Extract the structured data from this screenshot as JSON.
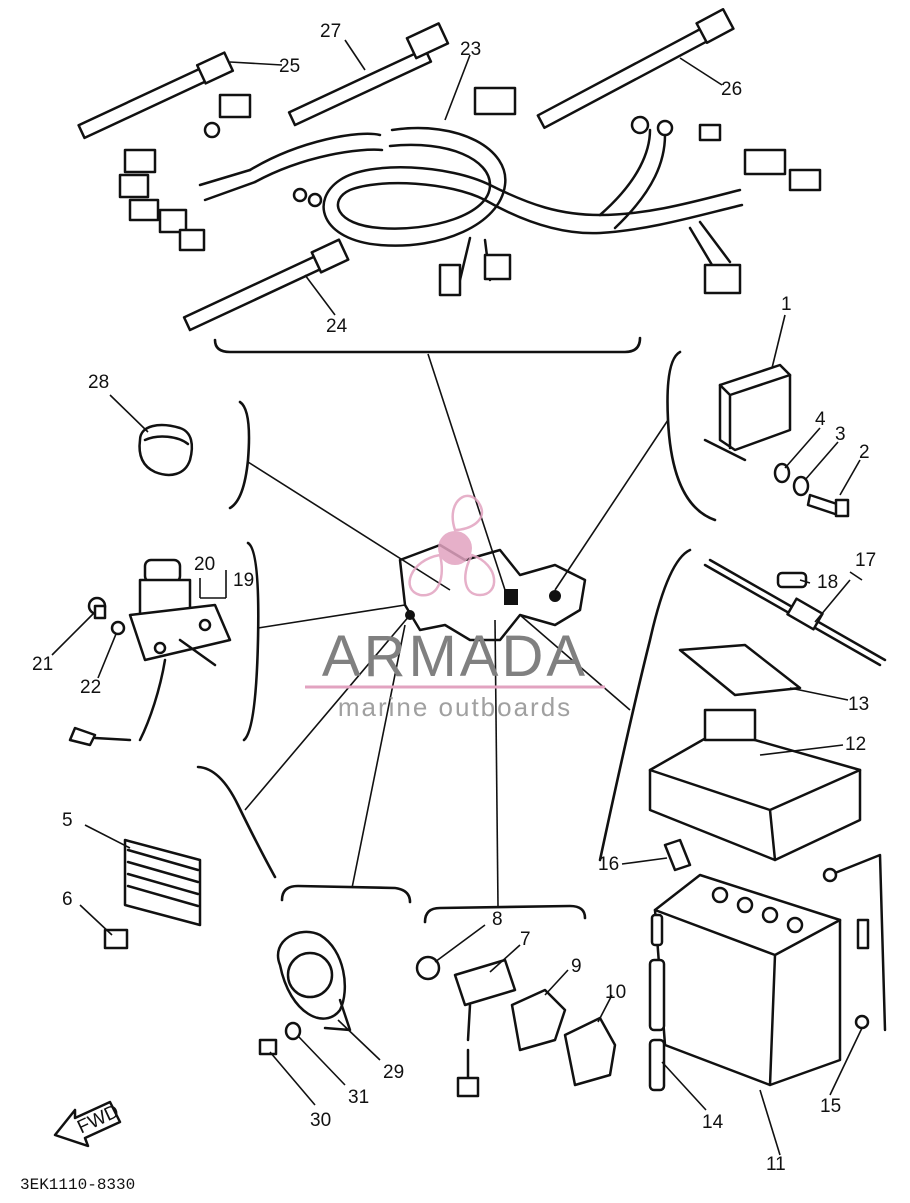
{
  "diagram_code": "3EK1110-8330",
  "direction_arrow_label": "FWD",
  "watermark": {
    "brand": "ARMADA",
    "tagline": "marine outboards",
    "logo_color": "#e2a3c0",
    "text_color": "#808080"
  },
  "callouts": [
    "1",
    "2",
    "3",
    "4",
    "5",
    "6",
    "7",
    "8",
    "9",
    "10",
    "11",
    "12",
    "13",
    "14",
    "15",
    "16",
    "17",
    "18",
    "19",
    "20",
    "21",
    "22",
    "23",
    "24",
    "25",
    "26",
    "27",
    "28",
    "29",
    "30",
    "31"
  ],
  "colors": {
    "line": "#111111",
    "background": "#ffffff"
  }
}
